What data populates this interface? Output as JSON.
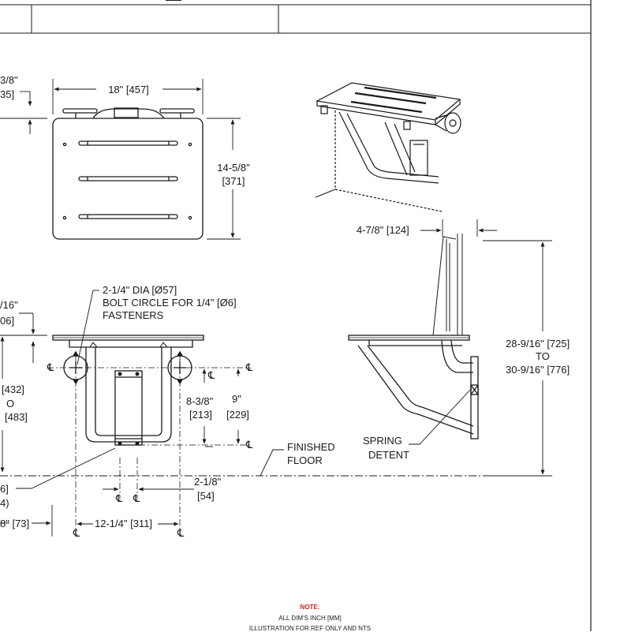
{
  "title_block": {
    "cell_1": "",
    "cell_2": "",
    "cell_3": ""
  },
  "top_view": {
    "width_dim": "18\" [457]",
    "height_dim_line1": "14-5/8\"",
    "height_dim_line2": "[371]",
    "offset_dim_line1": "3/8\"",
    "offset_dim_line2": "35]"
  },
  "front_view": {
    "bolt_note_line1": "2-1/4\" DIA [Ø57]",
    "bolt_note_line2": "BOLT CIRCLE FOR 1/4\" [Ø6]",
    "bolt_note_line3": "FASTENERS",
    "top_dim_line1": "/16\"",
    "top_dim_line2": "06]",
    "height_dim_line1": "[432]",
    "height_dim_line2": "O",
    "height_dim_line3": "[483]",
    "bolt_vert_line1": "8-3/8\"",
    "bolt_vert_line2": "[213]",
    "overall_vert_line1": "9\"",
    "overall_vert_line2": "[229]",
    "lower_dim_line1": "6]",
    "lower_dim_line2": "4)",
    "bottom_left_dim": "8\" [73]",
    "bolt_span_dim": "12-1/4\" [311]",
    "leg_offset_line1": "2-1/8\"",
    "leg_offset_line2": "[54]",
    "centerline_symbol": "℄"
  },
  "side_view": {
    "depth_dim": "4-7/8\" [124]",
    "height_line1": "28-9/16\" [725]",
    "height_line2": "TO",
    "height_line3": "30-9/16\" [776]",
    "spring_line1": "SPRING",
    "spring_line2": "DETENT",
    "floor_line1": "FINISHED",
    "floor_line2": "FLOOR"
  },
  "note": {
    "title": "NOTE:",
    "line1": "ALL DIM'S INCH [MM]",
    "line2": "ILLUSTRATION FOR REF ONLY AND NTS"
  },
  "colors": {
    "line": "#1a1a1a",
    "note_title": "#d01c1c"
  }
}
